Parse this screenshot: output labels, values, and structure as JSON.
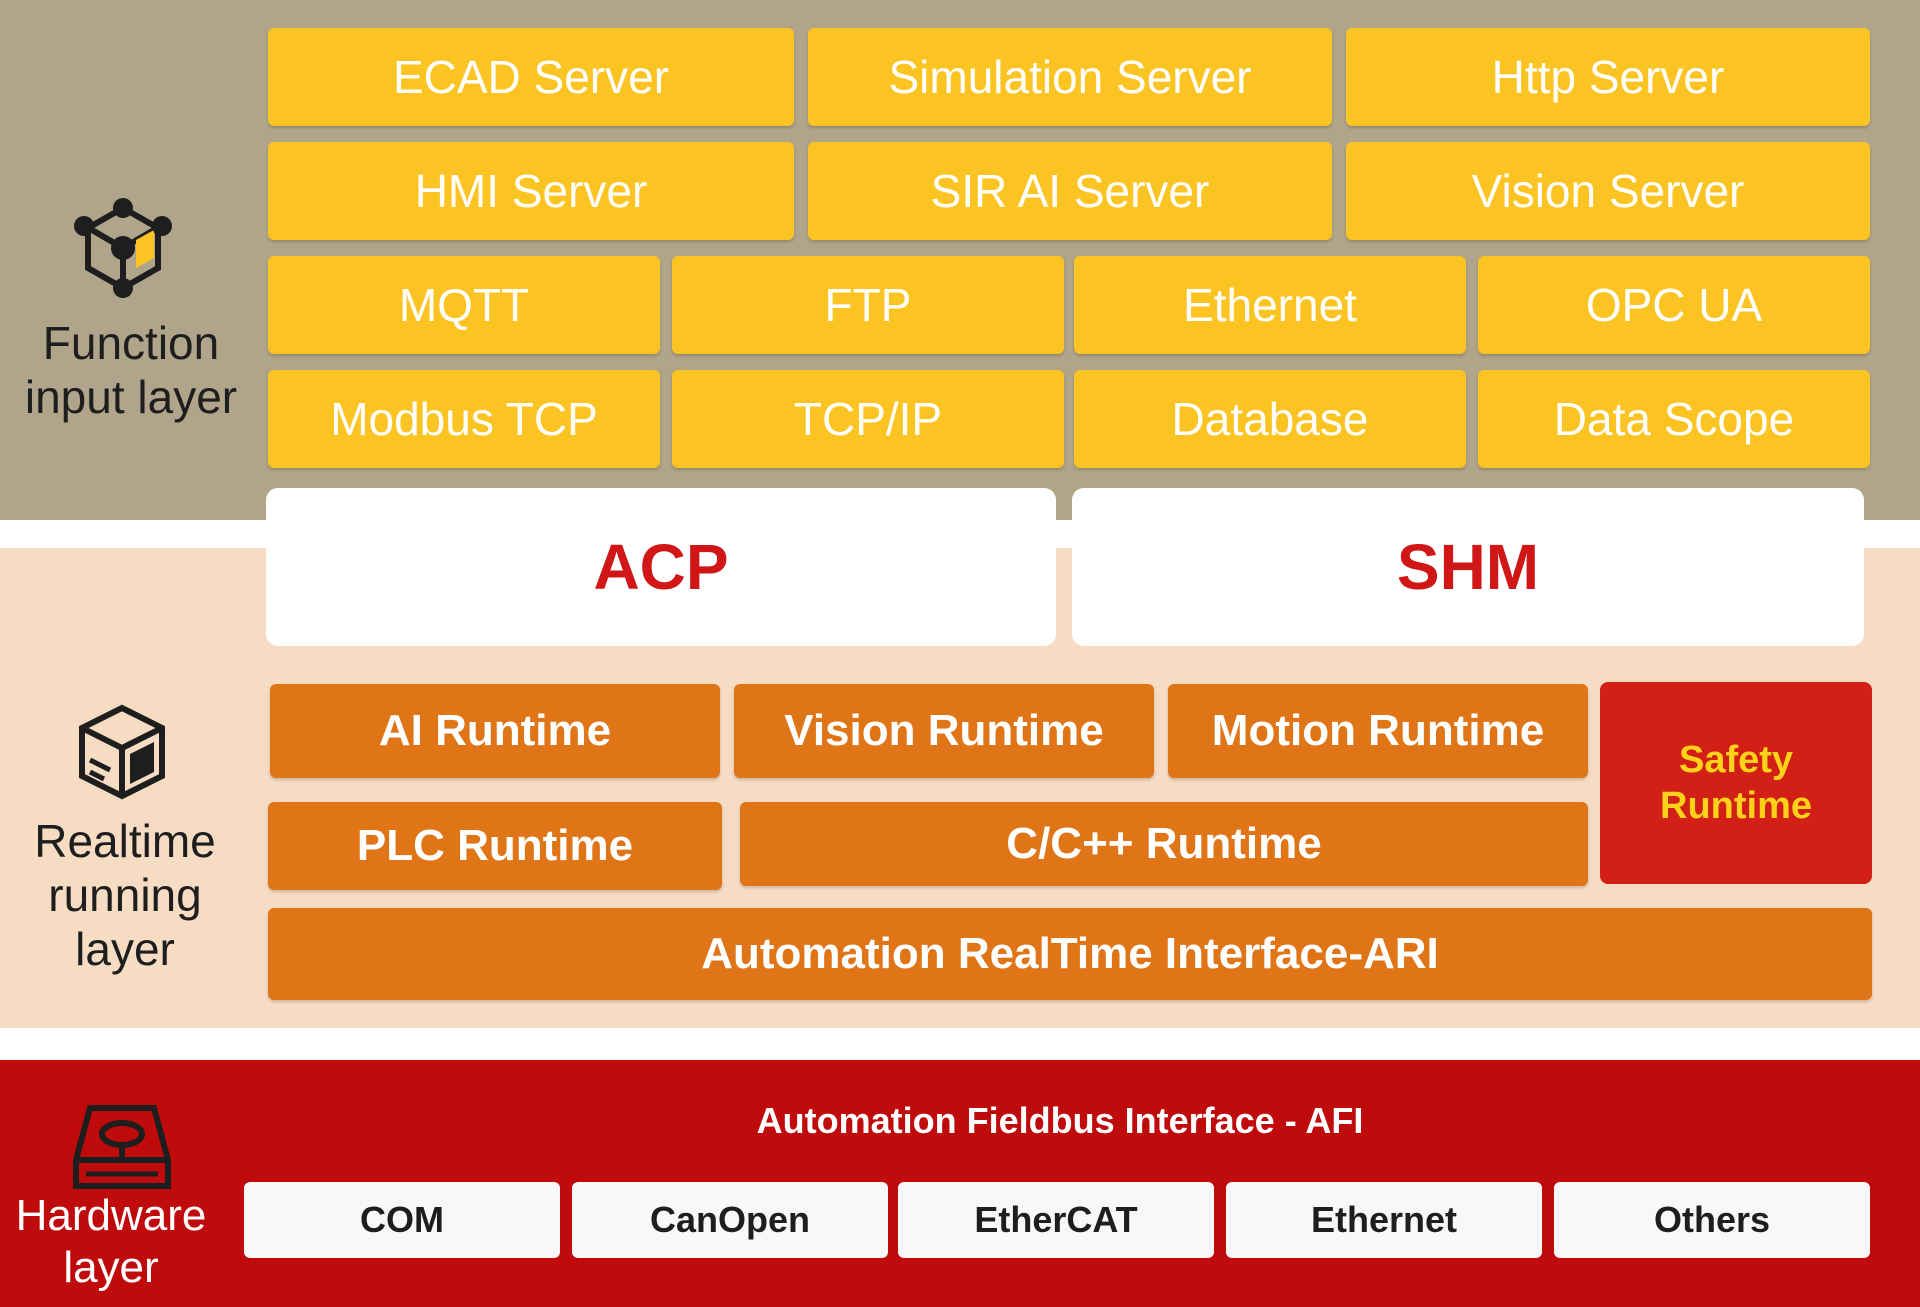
{
  "layers": {
    "function": {
      "label_line1": "Function",
      "label_line2": "input layer"
    },
    "realtime": {
      "label_line1": "Realtime",
      "label_line2": "running",
      "label_line3": "layer"
    },
    "hardware": {
      "label_line1": "Hardware",
      "label_line2": "layer"
    }
  },
  "function_boxes": {
    "row1": [
      "ECAD Server",
      "Simulation Server",
      "Http Server"
    ],
    "row2": [
      "HMI Server",
      "SIR AI Server",
      "Vision Server"
    ],
    "row3": [
      "MQTT",
      "FTP",
      "Ethernet",
      "OPC UA"
    ],
    "row4": [
      "Modbus TCP",
      "TCP/IP",
      "Database",
      "Data Scope"
    ]
  },
  "comm": {
    "acp": "ACP",
    "shm": "SHM"
  },
  "runtime": {
    "ai": "AI Runtime",
    "vision": "Vision Runtime",
    "motion": "Motion Runtime",
    "safety_line1": "Safety",
    "safety_line2": "Runtime",
    "plc": "PLC Runtime",
    "cpp": "C/C++ Runtime",
    "ari": "Automation RealTime Interface-ARI"
  },
  "hardware": {
    "afi_title": "Automation Fieldbus Interface -  AFI",
    "buses": [
      "COM",
      "CanOpen",
      "EtherCAT",
      "Ethernet",
      "Others"
    ]
  },
  "colors": {
    "function_band": "#b0a58a",
    "yellow_box": "#fbc423",
    "realtime_band": "#f7dcc4",
    "orange_box": "#e07518",
    "safety_box": "#d32017",
    "hardware_band": "#bf0b0b",
    "accent_red_text": "#d01616"
  },
  "icons": {
    "function": "network-hub-icon",
    "realtime": "cube-box-icon",
    "hardware": "hard-drive-icon"
  }
}
